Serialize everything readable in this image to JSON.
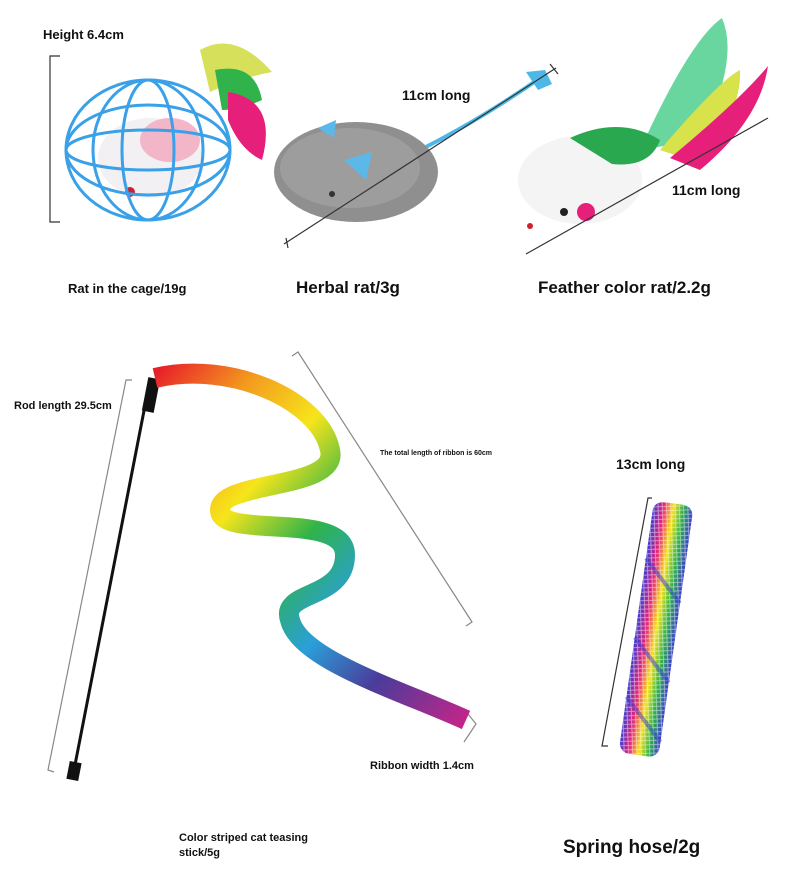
{
  "products": {
    "cage_rat": {
      "name": "Rat in the cage/19g",
      "dimension": "Height 6.4cm"
    },
    "herbal_rat": {
      "name": "Herbal rat/3g",
      "dimension": "11cm long"
    },
    "feather_rat": {
      "name": "Feather color rat/2.2g",
      "dimension": "11cm long"
    },
    "teasing_stick": {
      "name_line1": "Color striped cat teasing",
      "name_line2": "stick/5g",
      "rod_length": "Rod length 29.5cm",
      "ribbon_total": "The total length of ribbon is 60cm",
      "ribbon_width": "Ribbon width 1.4cm"
    },
    "spring_hose": {
      "name": "Spring hose/2g",
      "dimension": "13cm long"
    }
  },
  "colors": {
    "cage_blue": "#3aa0e8",
    "ribbon": [
      "#e8202a",
      "#f39a1e",
      "#f6e51b",
      "#2fb34a",
      "#2a9fd8",
      "#4a3c9a",
      "#9b2d8f"
    ]
  }
}
